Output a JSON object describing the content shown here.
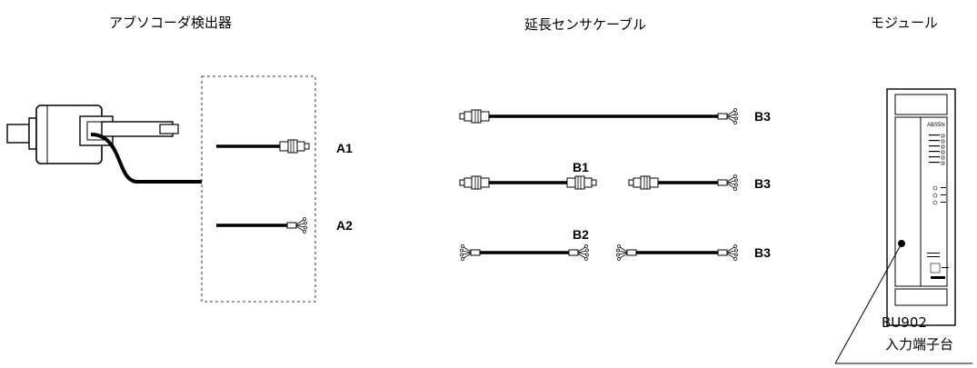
{
  "headers": {
    "encoder": "アブソコーダ検出器",
    "cable": "延長センサケーブル",
    "module": "モジュール"
  },
  "labels": {
    "a1": "A1",
    "a2": "A2",
    "b1": "B1",
    "b2": "B2",
    "b3_top": "B3",
    "b3_mid": "B3",
    "b3_bot": "B3"
  },
  "module": {
    "model": "ABS5N",
    "terminal_model": "BU902",
    "terminal_name": "入力端子台"
  }
}
